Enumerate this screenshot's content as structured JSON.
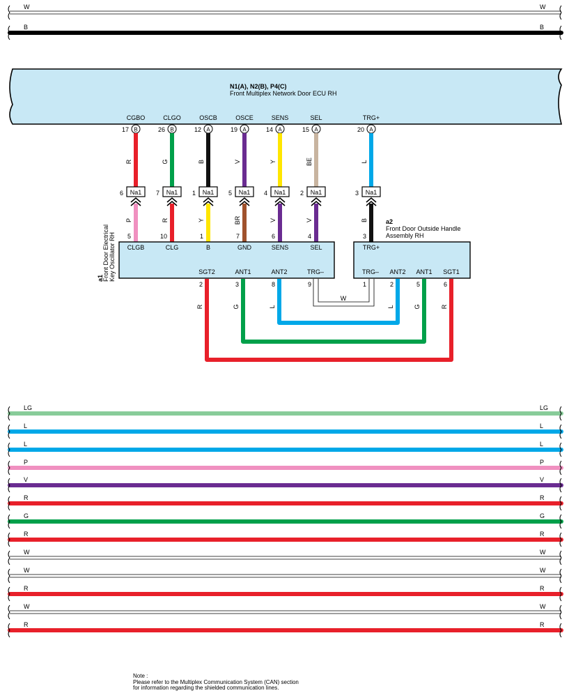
{
  "top_buses": [
    {
      "color_code": "W",
      "hex": "#ffffff"
    },
    {
      "color_code": "B",
      "hex": "#000000"
    }
  ],
  "ecu": {
    "id": "N1(A), N2(B), P4(C)",
    "name": "Front Multiplex Network Door ECU RH",
    "pins": [
      {
        "signal": "CGBO",
        "pin": "17",
        "connector": "B"
      },
      {
        "signal": "CLGO",
        "pin": "26",
        "connector": "B"
      },
      {
        "signal": "OSCB",
        "pin": "12",
        "connector": "A"
      },
      {
        "signal": "OSCE",
        "pin": "19",
        "connector": "A"
      },
      {
        "signal": "SENS",
        "pin": "14",
        "connector": "A"
      },
      {
        "signal": "SEL",
        "pin": "15",
        "connector": "A"
      },
      {
        "signal": "TRG+",
        "pin": "20",
        "connector": "A"
      }
    ]
  },
  "upper_wires": [
    {
      "color_code": "R",
      "hex": "#e8202a"
    },
    {
      "color_code": "G",
      "hex": "#00a04a"
    },
    {
      "color_code": "B",
      "hex": "#111111"
    },
    {
      "color_code": "V",
      "hex": "#6a2c91"
    },
    {
      "color_code": "Y",
      "hex": "#ffe600"
    },
    {
      "color_code": "BE",
      "hex": "#c8b4a0"
    },
    {
      "color_code": "L",
      "hex": "#00a8e8"
    }
  ],
  "junctions": [
    {
      "pin": "6",
      "name": "Na1"
    },
    {
      "pin": "7",
      "name": "Na1"
    },
    {
      "pin": "1",
      "name": "Na1"
    },
    {
      "pin": "5",
      "name": "Na1"
    },
    {
      "pin": "4",
      "name": "Na1"
    },
    {
      "pin": "2",
      "name": "Na1"
    },
    {
      "pin": "3",
      "name": "Na1"
    }
  ],
  "lower_wires": [
    {
      "color_code": "P",
      "hex": "#f090c0",
      "pin": "5"
    },
    {
      "color_code": "R",
      "hex": "#e8202a",
      "pin": "10"
    },
    {
      "color_code": "Y",
      "hex": "#ffe600",
      "pin": "1"
    },
    {
      "color_code": "BR",
      "hex": "#a0522d",
      "pin": "7"
    },
    {
      "color_code": "V",
      "hex": "#6a2c91",
      "pin": "6"
    },
    {
      "color_code": "V",
      "hex": "#6a2c91",
      "pin": "4"
    },
    {
      "color_code": "B",
      "hex": "#111111",
      "pin": "3"
    }
  ],
  "a1": {
    "id": "a1",
    "name_line1": "Front Door Electrical",
    "name_line2": "Key Oscillator RH",
    "top_terminals": [
      "CLGB",
      "CLG",
      "B",
      "GND",
      "SENS",
      "SEL"
    ],
    "bottom_terminals": [
      "SGT2",
      "ANT1",
      "ANT2",
      "TRG–"
    ],
    "bottom_pins": [
      "2",
      "3",
      "8",
      "9"
    ]
  },
  "a2": {
    "id": "a2",
    "name_line1": "Front Door Outside Handle",
    "name_line2": "Assembly RH",
    "top_terminal": "TRG+",
    "bottom_terminals": [
      "TRG–",
      "ANT2",
      "ANT1",
      "SGT1"
    ],
    "bottom_pins": [
      "1",
      "2",
      "5",
      "6"
    ]
  },
  "loop_wires": [
    {
      "color_code": "W",
      "hex": "#ffffff"
    },
    {
      "color_code": "L",
      "hex": "#00a8e8"
    },
    {
      "color_code": "G",
      "hex": "#00a04a"
    },
    {
      "color_code": "R",
      "hex": "#e8202a"
    }
  ],
  "bottom_buses": [
    {
      "color_code": "LG",
      "hex": "#88cc99"
    },
    {
      "color_code": "L",
      "hex": "#00a8e8"
    },
    {
      "color_code": "L",
      "hex": "#00a8e8"
    },
    {
      "color_code": "P",
      "hex": "#f090c0"
    },
    {
      "color_code": "V",
      "hex": "#6a2c91"
    },
    {
      "color_code": "R",
      "hex": "#e8202a"
    },
    {
      "color_code": "G",
      "hex": "#00a04a"
    },
    {
      "color_code": "R",
      "hex": "#e8202a"
    },
    {
      "color_code": "W",
      "hex": "#ffffff"
    },
    {
      "color_code": "W",
      "hex": "#ffffff"
    },
    {
      "color_code": "R",
      "hex": "#e8202a"
    },
    {
      "color_code": "W",
      "hex": "#ffffff"
    },
    {
      "color_code": "R",
      "hex": "#e8202a"
    }
  ],
  "note": {
    "title": "Note :",
    "line1": "Please refer to the Multiplex Communication System (CAN) section",
    "line2": "for information regarding the shielded communication lines."
  }
}
